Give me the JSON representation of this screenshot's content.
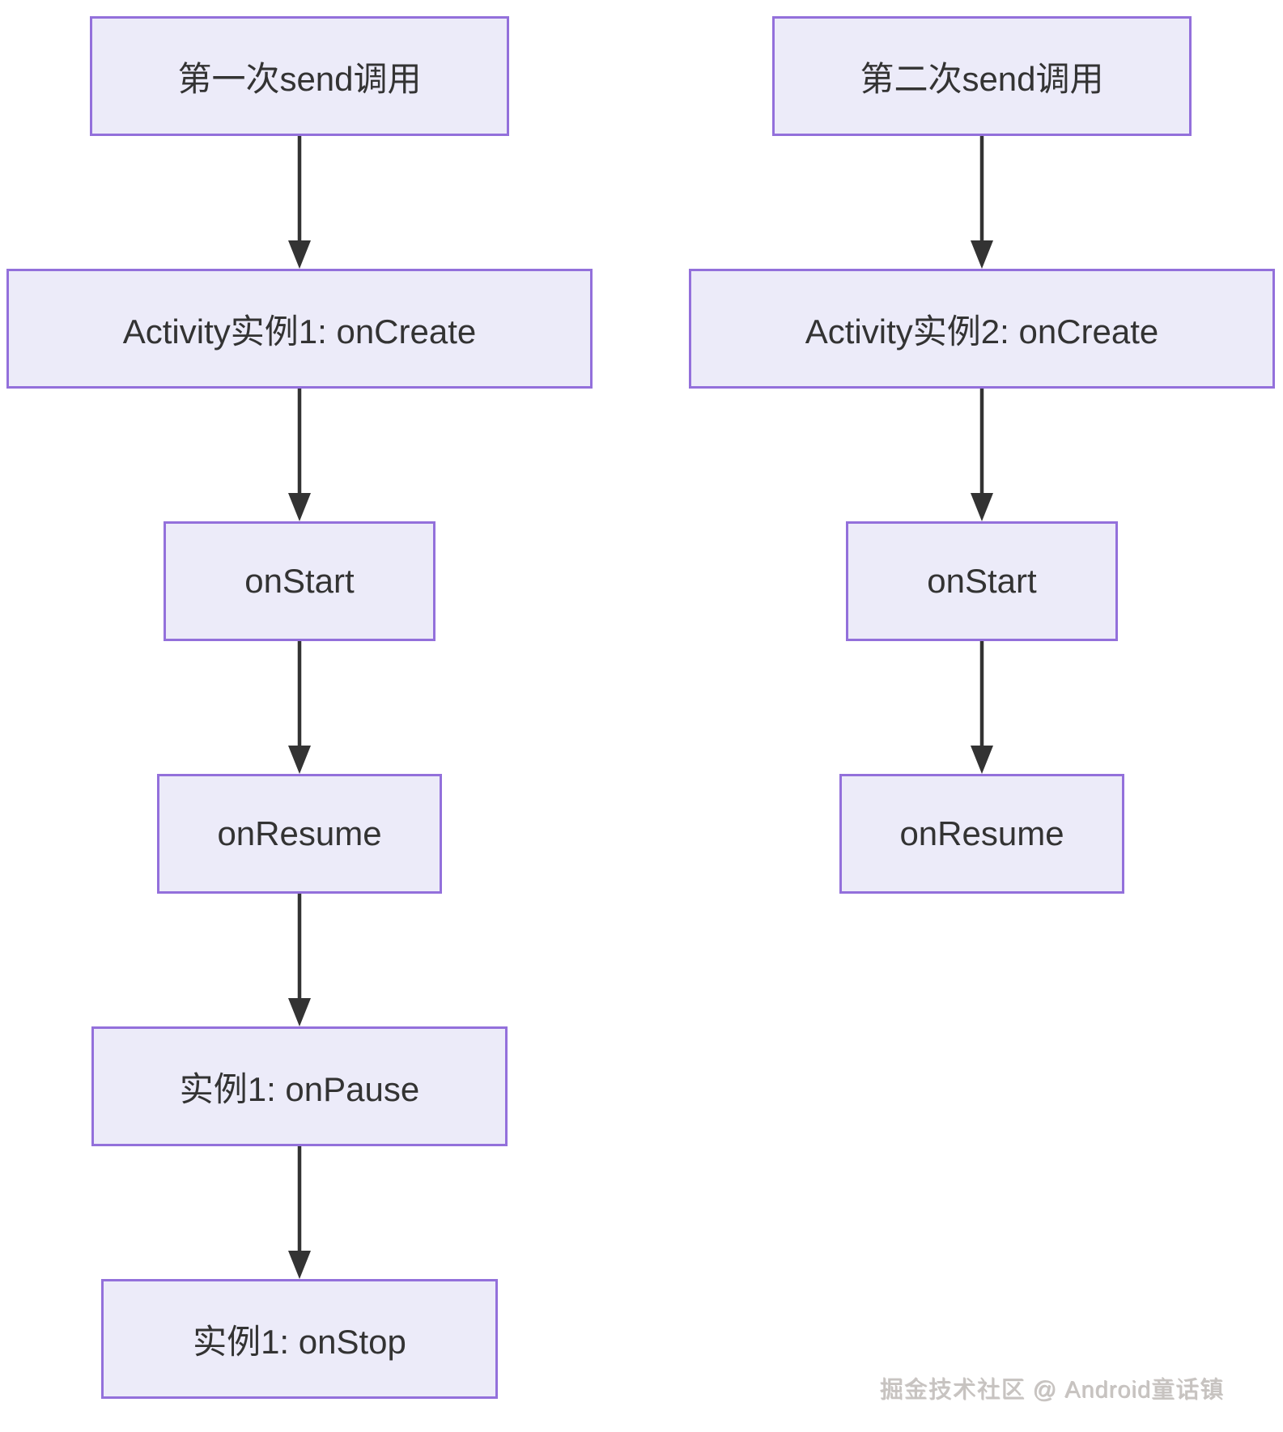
{
  "diagram": {
    "type": "flowchart",
    "direction": "top-down",
    "colors": {
      "background": "#FFFFFF",
      "node_fill": "#ECEBF9",
      "node_border": "#9370DB",
      "node_text": "#333333",
      "arrow": "#333333"
    },
    "columns": [
      {
        "name": "first-send-flow",
        "nodes": [
          {
            "label": "第一次send调用"
          },
          {
            "label": "Activity实例1: onCreate"
          },
          {
            "label": "onStart"
          },
          {
            "label": "onResume"
          },
          {
            "label": "实例1: onPause"
          },
          {
            "label": "实例1: onStop"
          }
        ],
        "edges": [
          {
            "from": 0,
            "to": 1
          },
          {
            "from": 1,
            "to": 2
          },
          {
            "from": 2,
            "to": 3
          },
          {
            "from": 3,
            "to": 4
          },
          {
            "from": 4,
            "to": 5
          }
        ]
      },
      {
        "name": "second-send-flow",
        "nodes": [
          {
            "label": "第二次send调用"
          },
          {
            "label": "Activity实例2: onCreate"
          },
          {
            "label": "onStart"
          },
          {
            "label": "onResume"
          }
        ],
        "edges": [
          {
            "from": 0,
            "to": 1
          },
          {
            "from": 1,
            "to": 2
          },
          {
            "from": 2,
            "to": 3
          }
        ]
      }
    ]
  },
  "watermark": {
    "text": "掘金技术社区 @ Android童话镇"
  }
}
